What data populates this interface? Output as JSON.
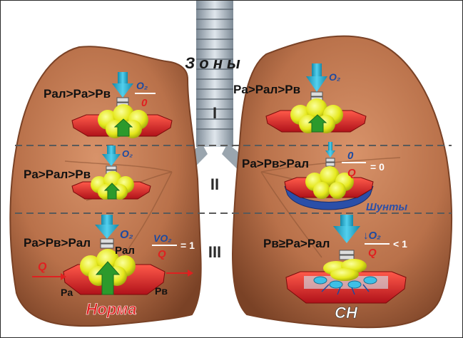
{
  "zones_title": "Зоны",
  "zone_labels": [
    "I",
    "II",
    "III"
  ],
  "left": {
    "formula1": "Pал>Pа>Pв",
    "o2_top": "O₂",
    "zero_top": "0",
    "formula2": "Pа>Pал>Pв",
    "o2_mid": "O₂",
    "formula3": "Pа>Pв>Pал",
    "o2_bot": "O₂",
    "p_al_side": "Pал",
    "v_ratio_num": "VO₂",
    "v_ratio_den": "Q",
    "v_ratio_eq": "= 1",
    "q_in": "Q",
    "p_a": "Pа",
    "p_v": "Pв",
    "caption": "Норма"
  },
  "right": {
    "formula1": "Pа>Pал>Pв",
    "o2_top": "O₂",
    "formula2": "Pа>Pв>Pал",
    "ratio_num": "0",
    "ratio_den": "Q",
    "ratio_eq": "= 0",
    "shunts": "Шунты",
    "formula3": "Pв≥Pа>Pал",
    "ratio3_num": "↓O₂",
    "ratio3_den": "Q",
    "ratio3_eq": "< 1",
    "caption": "СН"
  },
  "colors": {
    "lung": "#b9714a",
    "lung_dark": "#8a4e2f",
    "vessel": "#e0262a",
    "alveoli": "#e8ec1e",
    "arrow": "#1fa6c9",
    "shunt": "#2b4fa8",
    "o2_text": "#1d4aa0",
    "q_text": "#e02020"
  }
}
